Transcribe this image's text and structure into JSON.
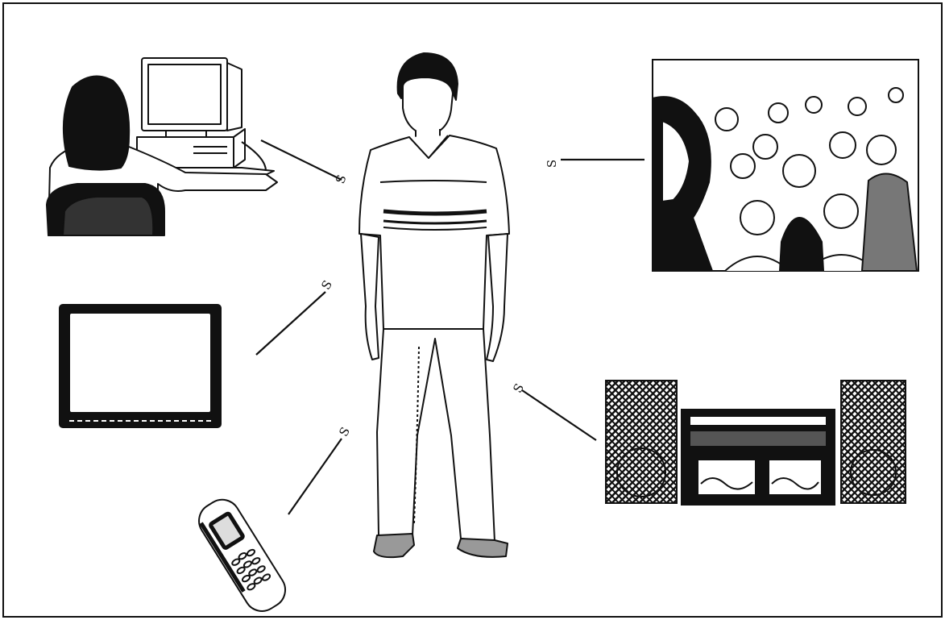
{
  "figure": {
    "background": "#ffffff",
    "ink": "#111111",
    "connector_labels": [
      {
        "id": "computer",
        "text": "S"
      },
      {
        "id": "television",
        "text": "S"
      },
      {
        "id": "phone",
        "text": "S"
      },
      {
        "id": "crowd",
        "text": "S"
      },
      {
        "id": "stereo",
        "text": "S"
      }
    ]
  }
}
